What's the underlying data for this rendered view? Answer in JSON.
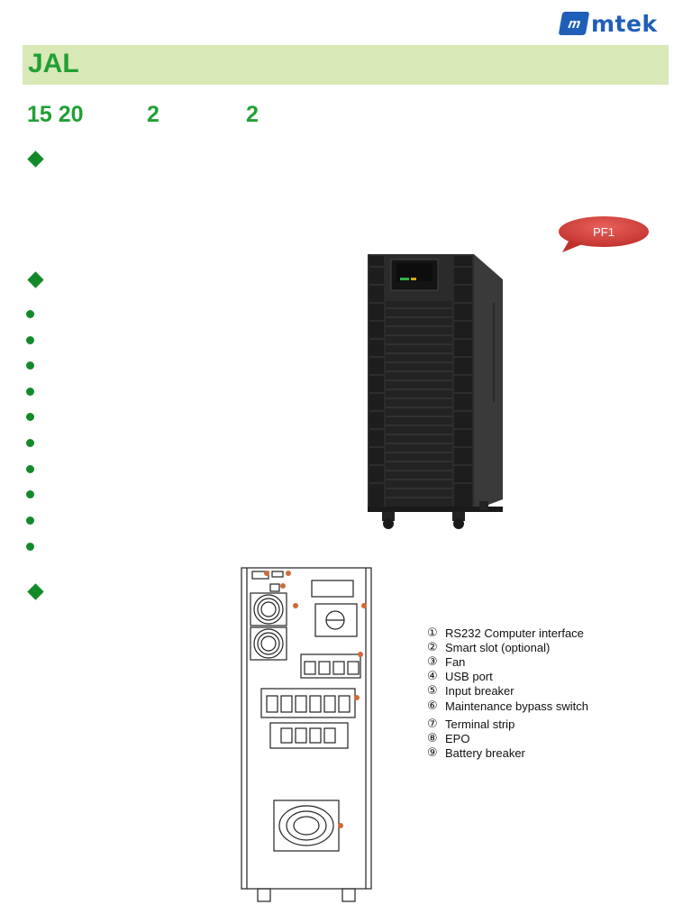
{
  "logo": {
    "mark": "m",
    "word": "mtek",
    "brand_color": "#1f5fb8"
  },
  "banner": {
    "title": "JAL",
    "background": "#d9e8b7",
    "text_color": "#21a033"
  },
  "spec_line": {
    "values": [
      "15 20",
      "2",
      "2"
    ]
  },
  "callout": {
    "label": "PF1",
    "color": "#d8423e"
  },
  "legend": {
    "items": [
      {
        "num": "①",
        "label": "RS232 Computer interface"
      },
      {
        "num": "②",
        "label": "Smart slot (optional)"
      },
      {
        "num": "③",
        "label": "Fan"
      },
      {
        "num": "④",
        "label": "USB port"
      },
      {
        "num": "⑤",
        "label": "Input breaker"
      },
      {
        "num": "⑥",
        "label": "Maintenance bypass switch"
      },
      {
        "num": "⑦",
        "label": "Terminal strip"
      },
      {
        "num": "⑧",
        "label": "EPO"
      },
      {
        "num": "⑨",
        "label": "Battery breaker"
      }
    ]
  },
  "icons": {
    "section_marker": "diamond-icon",
    "bullet": "bullet-dot-icon",
    "accent": "#138a2a"
  }
}
